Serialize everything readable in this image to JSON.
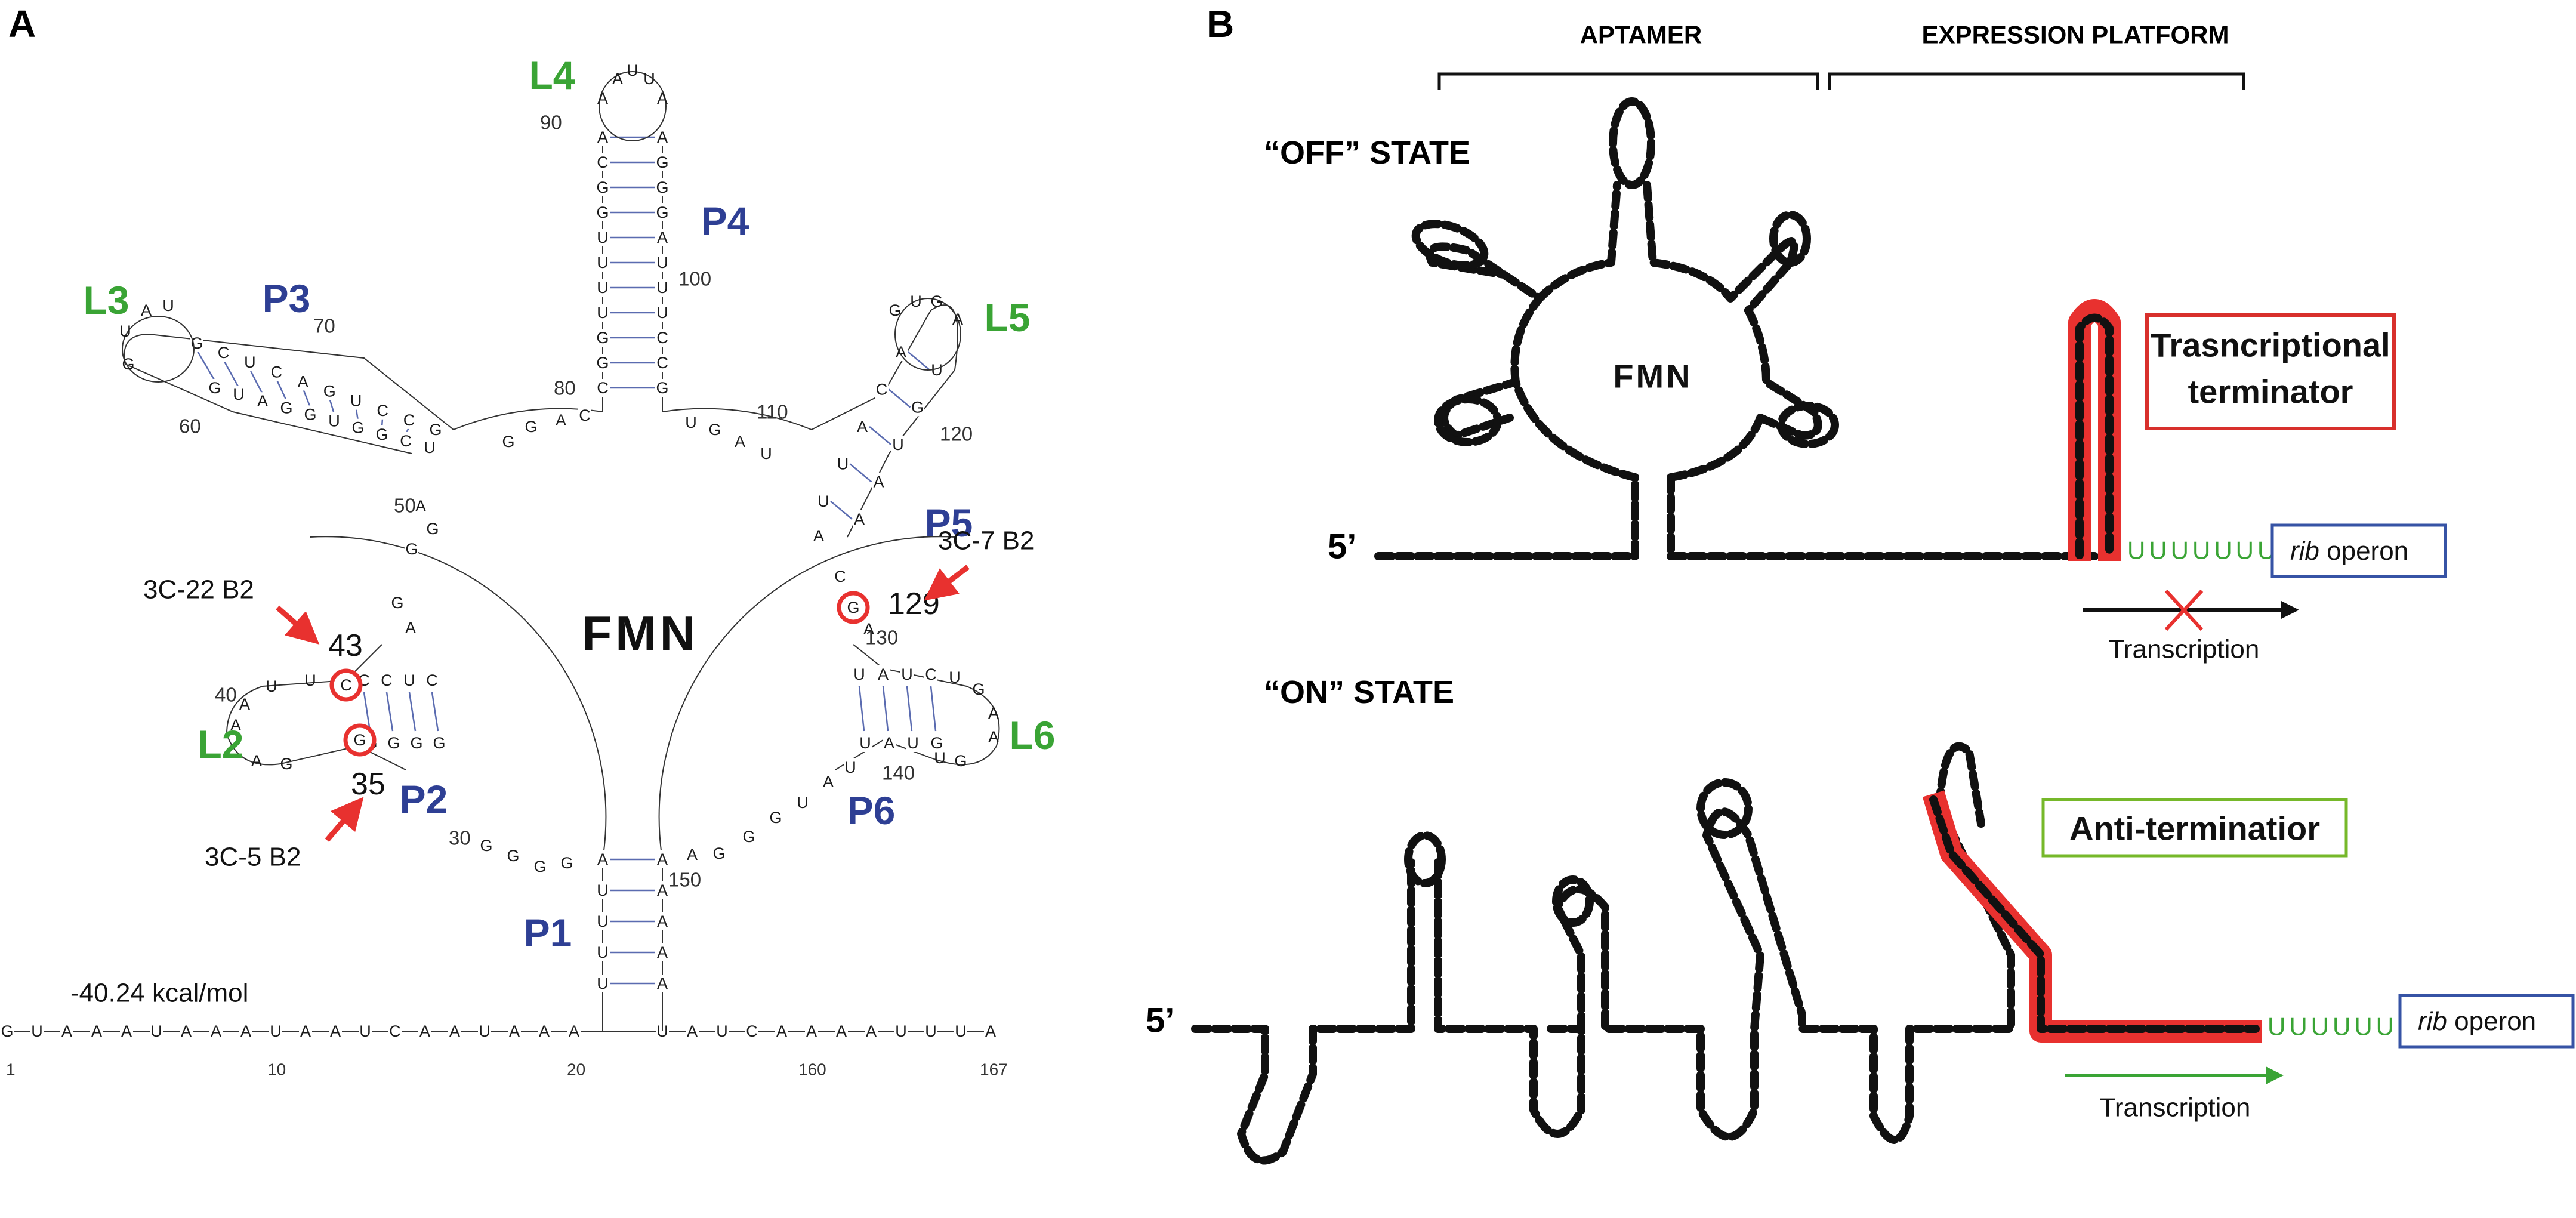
{
  "panels": {
    "a": "A",
    "b": "B"
  },
  "stems": {
    "p1": "P1",
    "p2": "P2",
    "p3": "P3",
    "p4": "P4",
    "p5": "P5",
    "p6": "P6"
  },
  "loops": {
    "l2": "L2",
    "l3": "L3",
    "l4": "L4",
    "l5": "L5",
    "l6": "L6"
  },
  "center_label": "FMN",
  "energy": "-40.24 kcal/mol",
  "positions": {
    "n1": "1",
    "n10": "10",
    "n20": "20",
    "n30": "30",
    "n35": "35",
    "n40": "40",
    "n43": "43",
    "n50": "50",
    "n60": "60",
    "n70": "70",
    "n80": "80",
    "n90": "90",
    "n100": "100",
    "n110": "110",
    "n120": "120",
    "n129": "129",
    "n130": "130",
    "n140": "140",
    "n150": "150",
    "n160": "160",
    "n167": "167"
  },
  "mutations": {
    "m1": "3C-22 B2",
    "m2": "3C-5 B2",
    "m3": "3C-7 B2"
  },
  "marked_bases": {
    "c43": "C",
    "g35": "G",
    "g129": "G"
  },
  "baseline_seq": "GUAAAUAAAUAAUCAAUAAA",
  "tail_seq": "UAUCAAAAUUUA",
  "p1_left": "AUUUU",
  "p1_right": "AAAAA",
  "header": {
    "aptamer": "APTAMER",
    "expression": "EXPRESSION PLATFORM"
  },
  "states": {
    "off": "“OFF” STATE",
    "on": "“ON” STATE"
  },
  "five_prime": "5’",
  "fmn_label": "FMN",
  "terminator_lines": [
    "Trasncriptional",
    "terminator"
  ],
  "antiterminator": "Anti-terminatior",
  "operon_italic": "rib",
  "operon_rest": " operon",
  "uuu": "UUUUUUU",
  "transcription": "Transcription",
  "colors": {
    "red": "#e8312f",
    "green": "#3aa435",
    "blue": "#2e3f94",
    "box_red": "#d8302c",
    "box_green": "#76b82a",
    "box_blue": "#3653a5"
  }
}
